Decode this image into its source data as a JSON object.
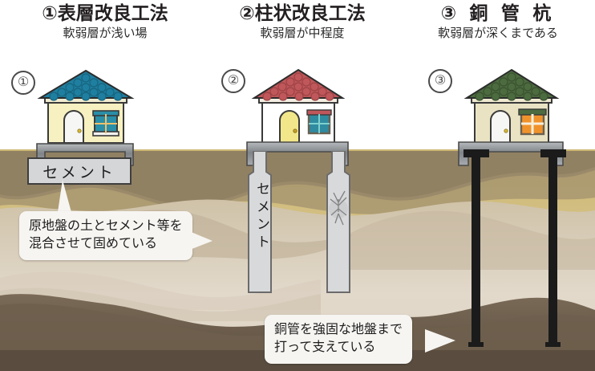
{
  "diagram": {
    "title_bar_present": false,
    "columns": [
      {
        "number": "①",
        "circle_label": "①",
        "title": "①表層改良工法",
        "subtitle": "軟弱層が浅い場",
        "roof_color": "#1f7fa0",
        "wall_color": "#f7f0c0",
        "door_color": "#f4f4f2",
        "window_color": "#2a8fa8",
        "method_key": "surface-improvement"
      },
      {
        "number": "②",
        "circle_label": "②",
        "title": "②柱状改良工法",
        "subtitle": "軟弱層が中程度",
        "roof_color": "#c0575a",
        "wall_color": "#ffffff",
        "door_color": "#f2e68a",
        "window_color": "#2f8ba0",
        "method_key": "column-improvement"
      },
      {
        "number": "③",
        "circle_label": "③",
        "title": "③ 銅 管 杭",
        "subtitle": "軟弱層が深くまである",
        "roof_color": "#4c6b3f",
        "wall_color": "#e9e3c4",
        "door_color": "#f4f4f2",
        "window_color": "#f0922b",
        "method_key": "steel-pipe-pile"
      }
    ],
    "labels": {
      "cement_slab": "セメント",
      "cement_column": "セメント"
    },
    "callouts": [
      {
        "key": "callout-surface",
        "line1": "原地盤の土とセメント等を",
        "line2": "混合させて固めている"
      },
      {
        "key": "callout-pile",
        "line1": "銅管を強固な地盤まで",
        "line2": "打って支えている"
      }
    ],
    "colors": {
      "soil_top": "#c9b375",
      "soil_mid_dark": "#8d7d62",
      "soil_mid_light": "#cdbfa9",
      "soil_pale": "#ded4c6",
      "soil_bedrock": "#6e5f4e",
      "soil_bedrock_dark": "#5d5042",
      "concrete": "#d5d6d8",
      "steel": "#8d9093",
      "pile_black": "#1b1b1b",
      "outline": "#3e3e3e",
      "callout_bg": "#f7f5f2"
    }
  }
}
